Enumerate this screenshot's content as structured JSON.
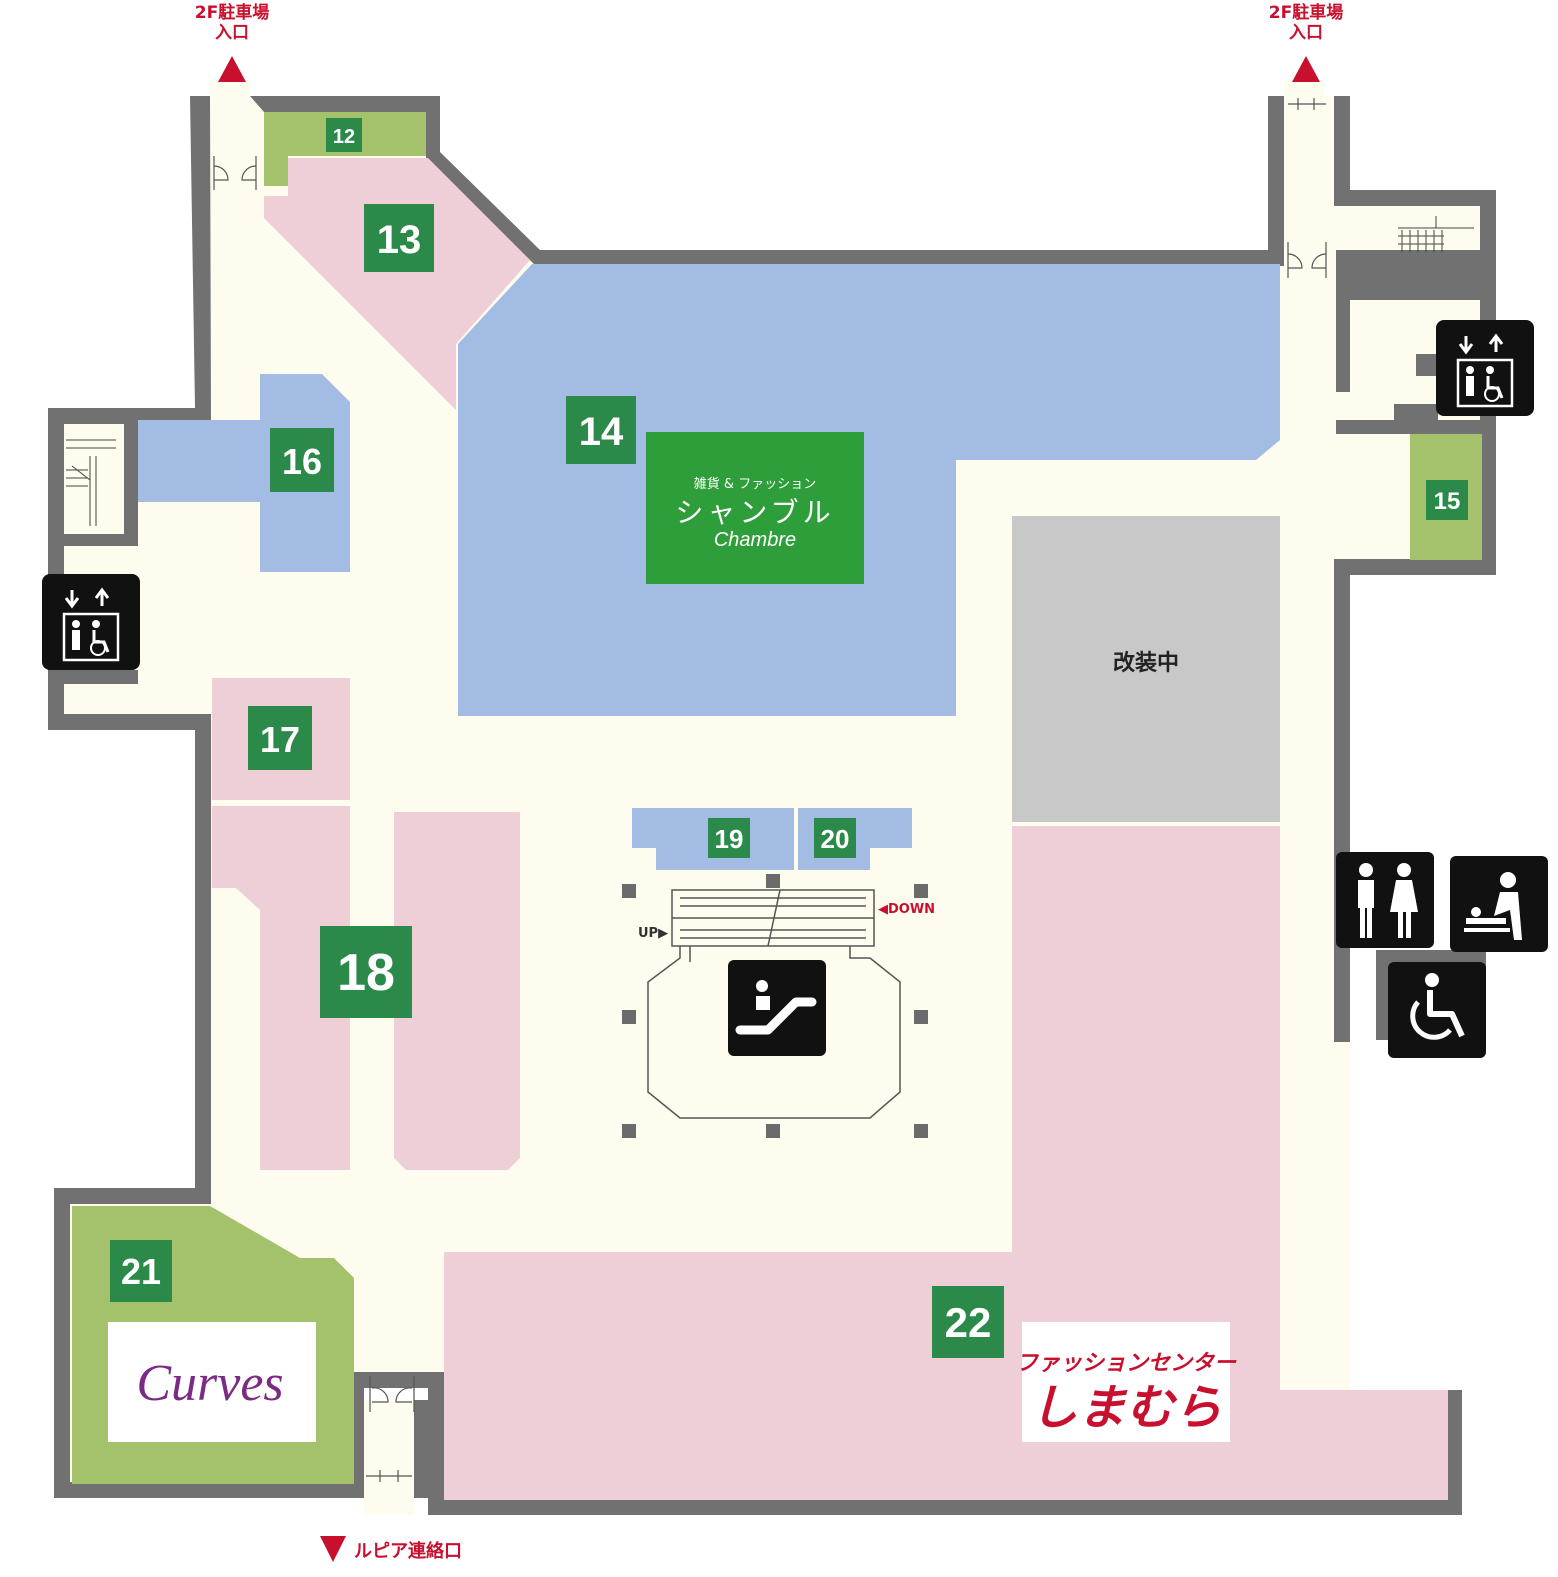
{
  "entrances": {
    "parking_top_left_line1": "2F駐車場",
    "parking_top_left_line2": "入口",
    "parking_top_right_line1": "2F駐車場",
    "parking_top_right_line2": "入口",
    "lupia_bottom": "ルピア連絡口"
  },
  "shops": [
    {
      "number": "12",
      "color": "#a3c26b"
    },
    {
      "number": "13",
      "color": "#eecfd8"
    },
    {
      "number": "14",
      "color": "#a3bce3"
    },
    {
      "number": "15",
      "color": "#a3c26b"
    },
    {
      "number": "16",
      "color": "#a3bce3"
    },
    {
      "number": "17",
      "color": "#eecfd8"
    },
    {
      "number": "18",
      "color": "#eecfd8"
    },
    {
      "number": "19",
      "color": "#a3bce3"
    },
    {
      "number": "20",
      "color": "#a3bce3"
    },
    {
      "number": "21",
      "color": "#a3c26b"
    },
    {
      "number": "22",
      "color": "#eecfd8"
    }
  ],
  "chambre": {
    "line1": "雑貨 & ファッション",
    "line2": "シャンブル",
    "line3": "Chambre"
  },
  "renovation": "改装中",
  "curves": "Curves",
  "shimamura": {
    "line1": "ファッションセンター",
    "line2": "しまむら"
  },
  "escalator": {
    "up": "UP▶",
    "down": "◀DOWN"
  },
  "colors": {
    "wall": "#717171",
    "floor": "#fdfcee",
    "green_shop": "#a3c26b",
    "pink_shop": "#eecfd8",
    "blue_shop": "#a3bce3",
    "number_tag": "#2b8a4a",
    "chambre_bg": "#2e9e3a",
    "renovation_bg": "#c8c8c8",
    "accent_red": "#c8102e",
    "curves_purple": "#7b2b83"
  },
  "icons": [
    "elevator-icon",
    "restroom-icon",
    "baby-changing-icon",
    "accessible-restroom-icon",
    "escalator-icon",
    "stairs-icon",
    "door-icon"
  ]
}
